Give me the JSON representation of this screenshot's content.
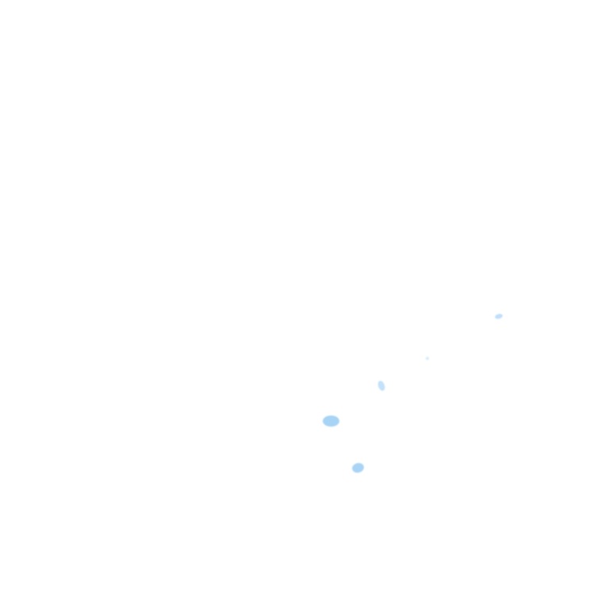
{
  "canvas": {
    "background": "#ffffff"
  },
  "marks": [
    {
      "name": "blob-small-upper-right",
      "color": "#bfdffa"
    },
    {
      "name": "blob-tiny-dot",
      "color": "#d8ecfb"
    },
    {
      "name": "blob-narrow-middle",
      "color": "#c3e1f9"
    },
    {
      "name": "blob-large-lower-left",
      "color": "#a7d3f5"
    },
    {
      "name": "blob-medium-bottom",
      "color": "#a9d4f5"
    }
  ]
}
